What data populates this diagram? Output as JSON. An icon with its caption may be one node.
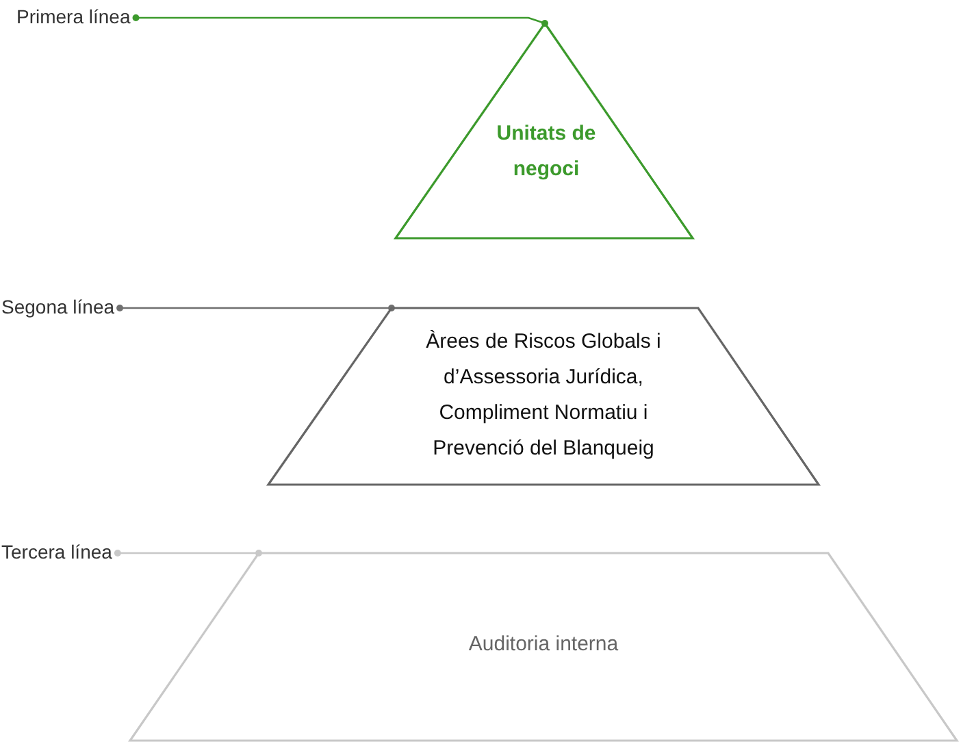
{
  "diagram": {
    "nodes": [
      {
        "text": [
          "Primera línea"
        ]
      },
      {
        "text": [
          "Unitats de negoci"
        ]
      },
      {
        "text": [
          "Segona línea"
        ]
      },
      {
        "text": [
          "Àrees de Riscos Globals i d’Assessoria Jurídica, Compliment Normatiu i Prevenció del Blanqueig"
        ]
      },
      {
        "text": [
          "Tercera línea"
        ]
      },
      {
        "text": [
          "Auditoria interna"
        ]
      }
    ],
    "edges": [
      {
        "from": 0,
        "to": 1,
        "arrow": "other",
        "color": "#3c9a2c"
      },
      {
        "from": 2,
        "to": 3,
        "arrow": "other",
        "color": "#707070"
      },
      {
        "from": 4,
        "to": 5,
        "arrow": "other",
        "color": "#c8c8c8"
      }
    ]
  }
}
